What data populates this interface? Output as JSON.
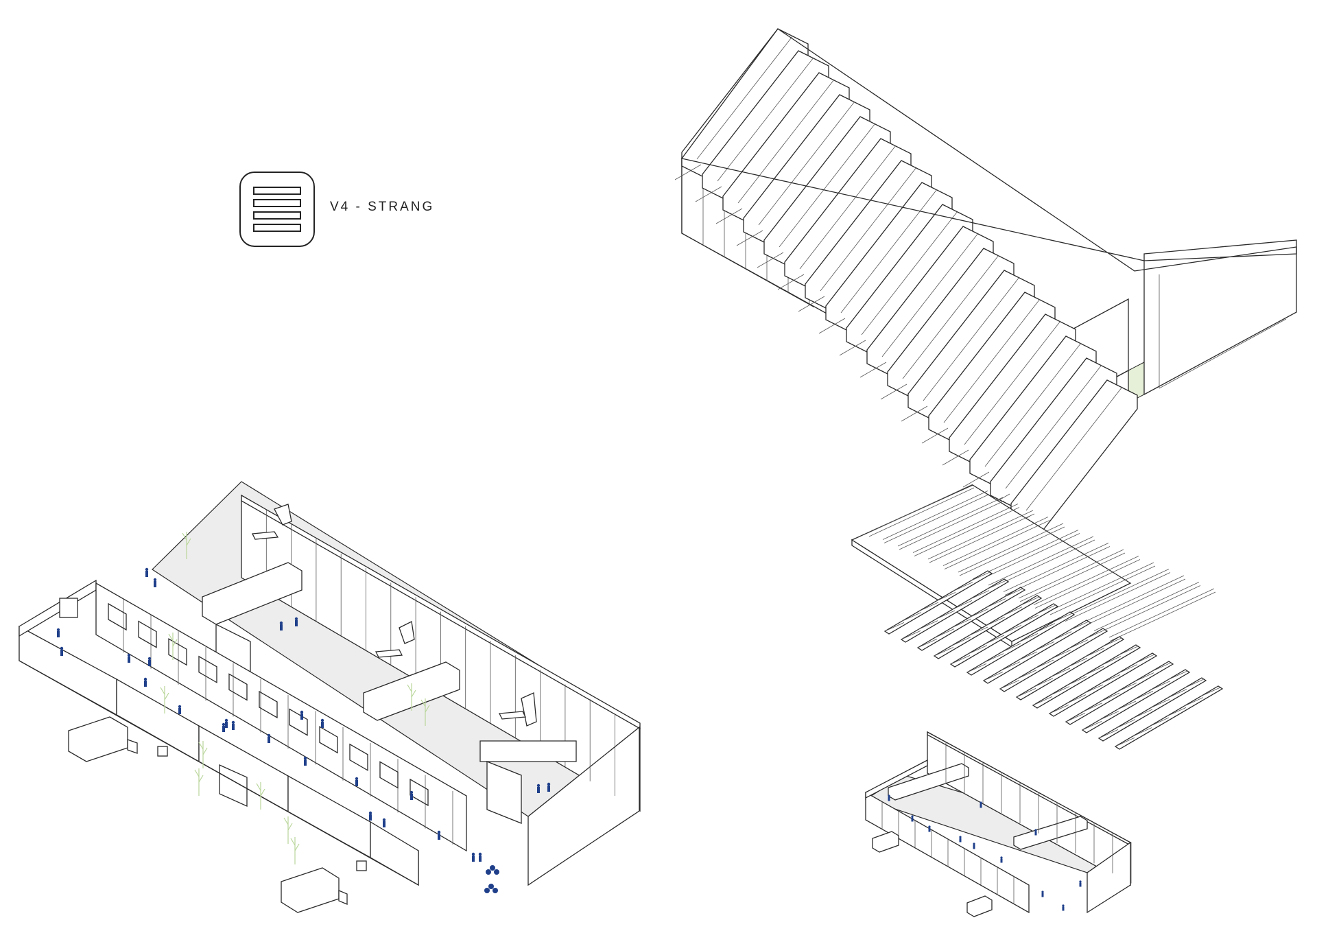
{
  "legend": {
    "label": "V4 - STRANG",
    "icon": "four-stacked-bars-icon"
  },
  "colors": {
    "line": "#2a2a2a",
    "floor": "#ededed",
    "people": "#1f3f8a",
    "vegetation": "#b9d69a",
    "background": "#ffffff"
  },
  "views": [
    {
      "id": "roof-axonometric",
      "description_icon": "sawtooth-roof-icon"
    },
    {
      "id": "interior-axonometric",
      "description_icon": "floor-plan-axo-icon"
    },
    {
      "id": "exploded-axonometric",
      "description_icon": "exploded-layers-icon"
    }
  ]
}
